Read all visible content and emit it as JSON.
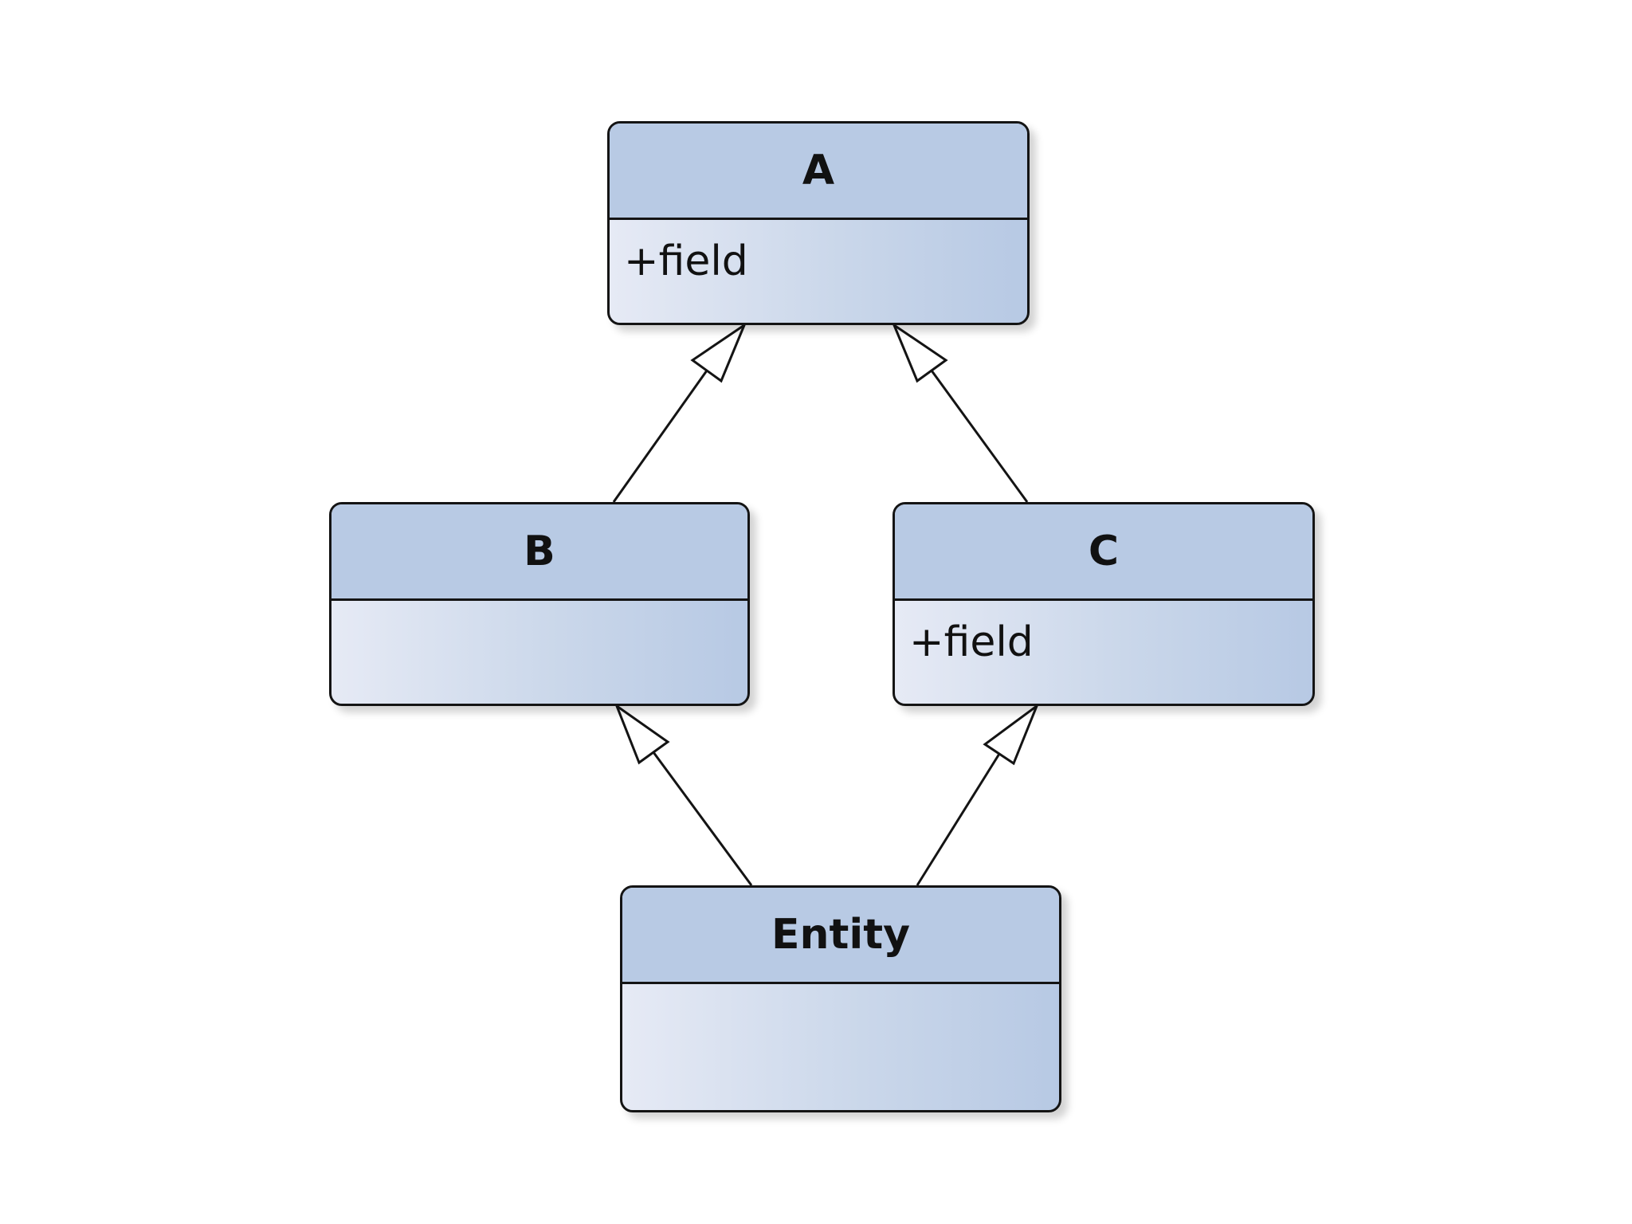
{
  "diagram": {
    "classes": [
      {
        "id": "A",
        "name": "A",
        "attributes": [
          "+field"
        ]
      },
      {
        "id": "B",
        "name": "B",
        "attributes": []
      },
      {
        "id": "C",
        "name": "C",
        "attributes": [
          "+field"
        ]
      },
      {
        "id": "Entity",
        "name": "Entity",
        "attributes": []
      }
    ],
    "relations": [
      {
        "type": "generalization",
        "from": "B",
        "to": "A"
      },
      {
        "type": "generalization",
        "from": "C",
        "to": "A"
      },
      {
        "type": "generalization",
        "from": "Entity",
        "to": "B"
      },
      {
        "type": "generalization",
        "from": "Entity",
        "to": "C"
      }
    ],
    "colors": {
      "header_fill": "#b8cae4",
      "body_gradient_start": "#e6eaf5",
      "body_gradient_end": "#b7c9e4",
      "stroke": "#141414",
      "arrowhead_fill": "#ffffff"
    }
  }
}
